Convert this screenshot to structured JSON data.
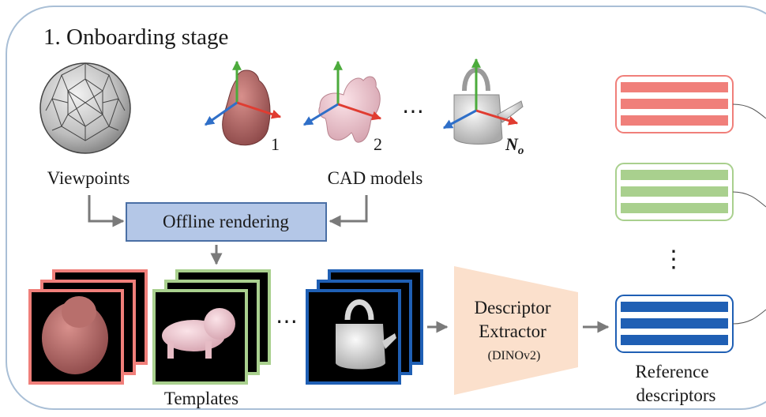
{
  "stage": {
    "title": "1. Onboarding stage"
  },
  "viewpoints": {
    "label": "Viewpoints"
  },
  "cad_models": {
    "label": "CAD models",
    "index_1": "1",
    "index_2": "2",
    "ellipsis": "⋯",
    "index_last_base": "N",
    "index_last_sub": "o"
  },
  "rendering": {
    "label": "Offline rendering"
  },
  "templates": {
    "label": "Templates",
    "ellipsis": "⋯"
  },
  "extractor": {
    "line1": "Descriptor",
    "line2": "Extractor",
    "line3": "(DINOv2)"
  },
  "reference": {
    "line1": "Reference",
    "line2": "descriptors",
    "ellipsis": "⋮"
  },
  "colors": {
    "stage_border": "#a9bfd6",
    "rendering_fill": "#b4c7e7",
    "rendering_border": "#4a6fa5",
    "extractor_fill": "#fbe0cc",
    "arrow": "#7a7a7a",
    "red": "#f07f7a",
    "green": "#a9d08e",
    "blue": "#1f5fb4",
    "axis_x": "#e03c31",
    "axis_y": "#4cab3c",
    "axis_z": "#2f6fc8"
  },
  "icons": {
    "viewpoints": "geodesic-sphere-icon",
    "model_1": "bust-model-icon",
    "model_2": "cat-model-icon",
    "model_n": "watering-can-model-icon"
  }
}
